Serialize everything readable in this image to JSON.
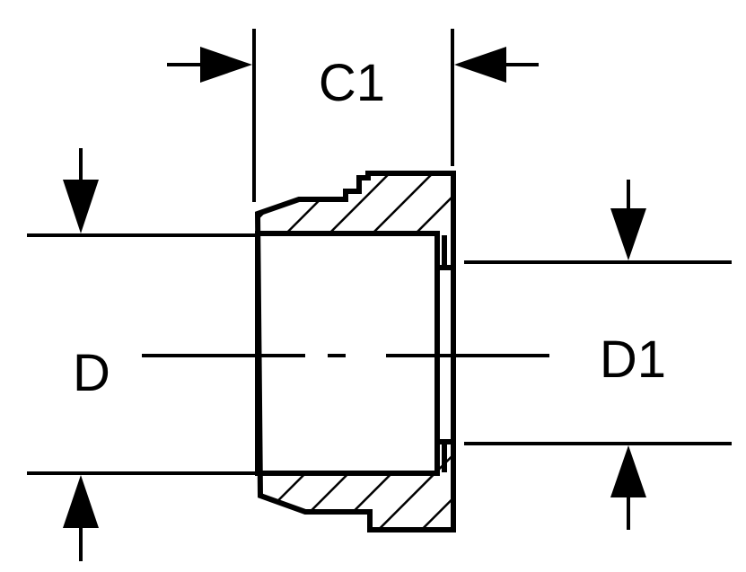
{
  "diagram": {
    "labels": {
      "c1": "C1",
      "d": "D",
      "d1": "D1"
    },
    "colors": {
      "ink": "#000000",
      "paper": "#ffffff"
    }
  }
}
